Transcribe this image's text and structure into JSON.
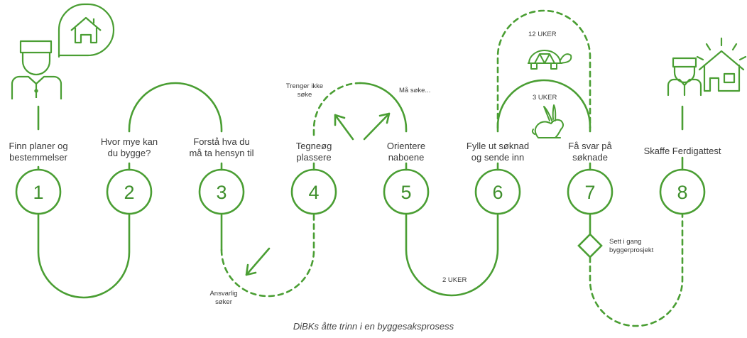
{
  "steps": [
    {
      "number": "1",
      "label_lines": [
        "Finn planer og",
        "bestemmelser"
      ]
    },
    {
      "number": "2",
      "label_lines": [
        "Hvor mye kan",
        "du bygge?"
      ]
    },
    {
      "number": "3",
      "label_lines": [
        "Forstå hva du",
        "må ta hensyn til"
      ]
    },
    {
      "number": "4",
      "label_lines": [
        "Tegneøg",
        "plassere"
      ]
    },
    {
      "number": "5",
      "label_lines": [
        "Orientere",
        "naboene"
      ]
    },
    {
      "number": "6",
      "label_lines": [
        "Fylle ut søknad",
        "og sende inn"
      ]
    },
    {
      "number": "7",
      "label_lines": [
        "Få svar på",
        "søknade"
      ]
    },
    {
      "number": "8",
      "label_lines": [
        "Skaffe Ferdigattest"
      ]
    }
  ],
  "annotations": {
    "trenger_ikke_soke": [
      "Trenger ikke",
      "søke"
    ],
    "ma_soke": "Må søke...",
    "ansvarlig_soker": [
      "Ansvarlig",
      "søker"
    ],
    "twelve_weeks": "12 UKER",
    "three_weeks": "3 UKER",
    "two_weeks": "2 UKER",
    "sett_i_gang": [
      "Sett i gang",
      "byggerprosjekt"
    ]
  },
  "icons": [
    "person-icon",
    "house-speech-bubble-icon",
    "turtle-icon",
    "rabbit-icon",
    "person-with-house-icon"
  ],
  "colors": {
    "accent": "#4a9e33",
    "text": "#3a3a3a"
  },
  "caption": "DiBKs åtte trinn i en byggesaksprosess"
}
